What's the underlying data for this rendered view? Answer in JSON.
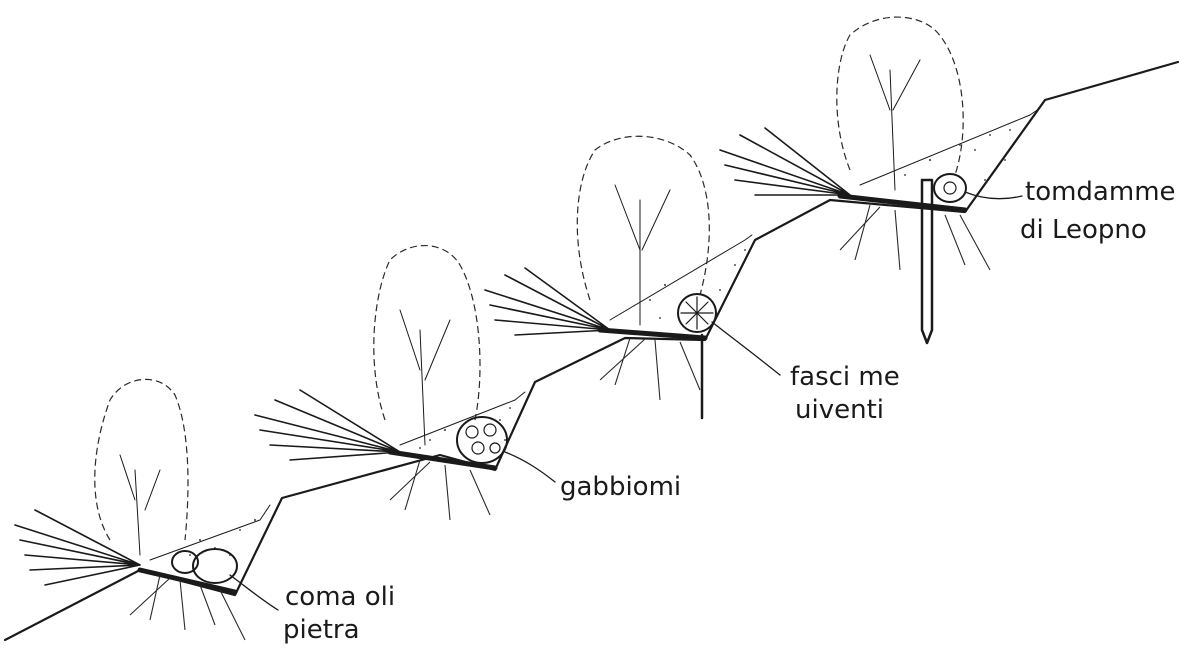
{
  "labels": {
    "stone_crib": "coma oli",
    "stone_crib_2": "pietra",
    "gabions": "gabbiomi",
    "fascines_1": "fasci me",
    "fascines_2": "uiventi",
    "log_1": "tomdamme",
    "log_2": "di Leopno"
  },
  "colors": {
    "ink": "#1a1a1a",
    "background": "#ffffff"
  },
  "icons": [
    "tree-canopy-outline",
    "branch-cuttings",
    "stake",
    "log-roll",
    "gabion-cage",
    "stone-pile"
  ]
}
